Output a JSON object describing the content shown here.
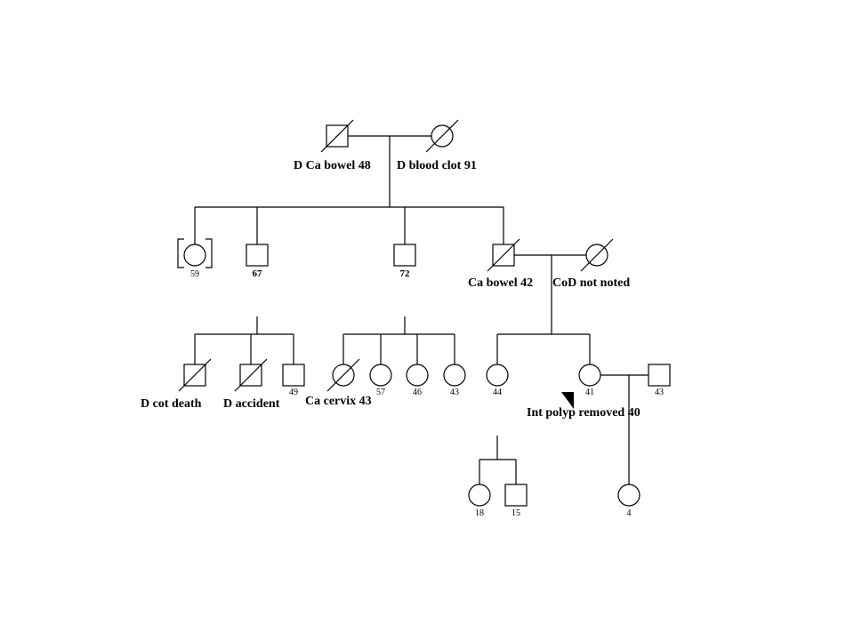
{
  "gen1": {
    "father_label": "D Ca bowel 48",
    "mother_label": "D blood clot 91"
  },
  "gen2": {
    "daughter_age": "59",
    "son1_age": "67",
    "son2_age": "72",
    "affected_son_label": "Ca bowel 42",
    "spouse_label": "CoD not noted"
  },
  "gen3": {
    "left_son1_label": "D cot death",
    "left_son2_label": "D accident",
    "left_son3_age": "49",
    "middle_daughter1_label": "Ca cervix 43",
    "middle_daughter2_age": "57",
    "middle_daughter3_age": "46",
    "middle_daughter4_age": "43",
    "right_daughter1_age": "44",
    "proband_age": "41",
    "proband_label": "Int polyp removed 40",
    "proband_spouse_age": "43"
  },
  "gen4": {
    "child1_age": "18",
    "child2_age": "15",
    "child3_age": "4"
  }
}
